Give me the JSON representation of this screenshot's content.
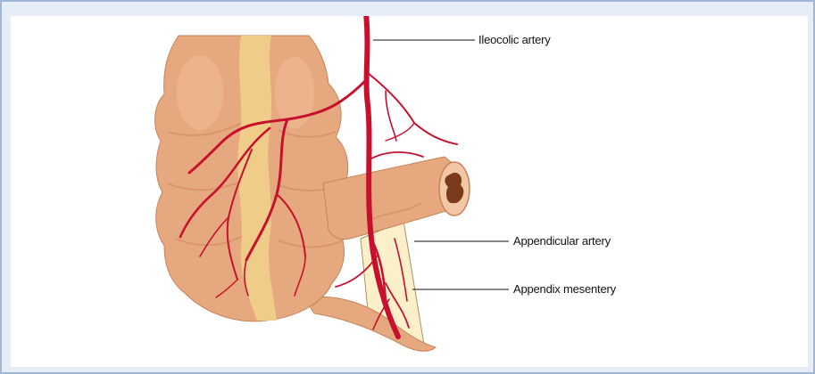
{
  "labels": {
    "ileocolic": "Ileocolic artery",
    "appendicular": "Appendicular artery",
    "mesentery": "Appendix mesentery"
  },
  "colors": {
    "frame_border": "#9fb6d6",
    "frame_fill": "#e7edf6",
    "colon": "#e6a97f",
    "colon_shadow": "#d1895e",
    "taenia": "#efd089",
    "artery": "#c8102e",
    "mesentery": "#fbf0c9",
    "lumen": "#7a3b1b"
  },
  "icons": [
    "colon-illustration",
    "appendix-illustration",
    "artery-illustration"
  ]
}
